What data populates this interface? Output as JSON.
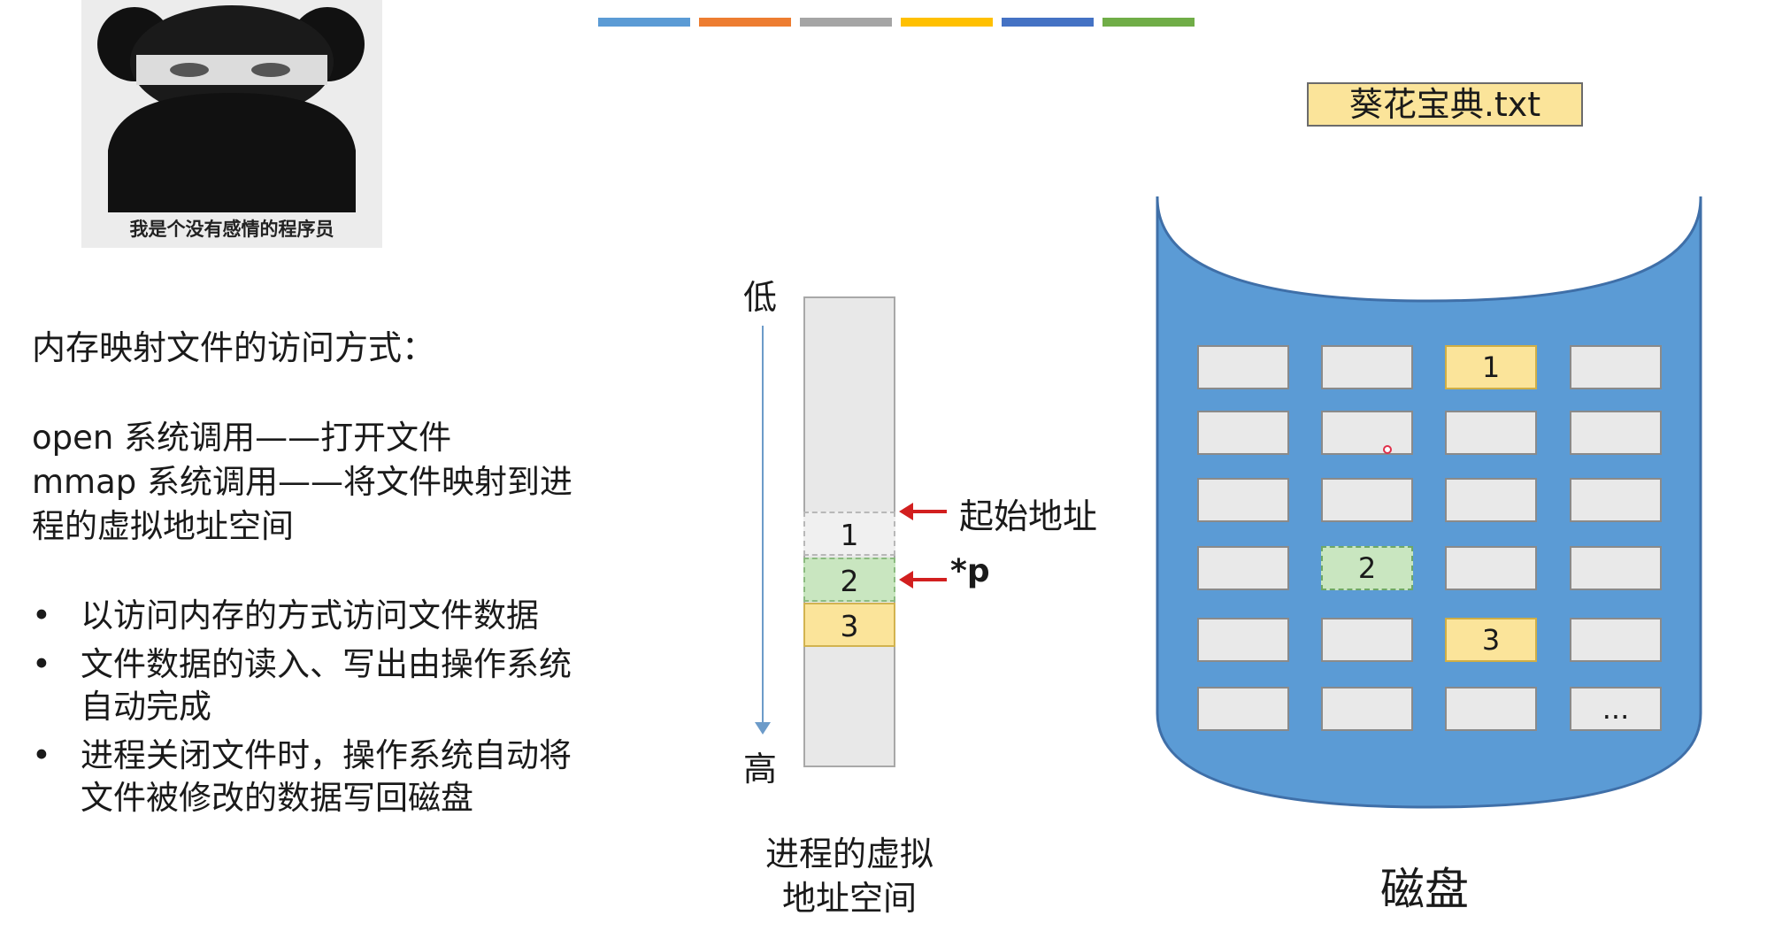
{
  "top_bar": {
    "colors": [
      "#5b9bd5",
      "#ed7d31",
      "#a5a5a5",
      "#ffc000",
      "#4472c4",
      "#70ad47"
    ]
  },
  "meme": {
    "caption": "我是个没有感情的程序员"
  },
  "left_panel": {
    "heading": "内存映射文件的访问方式：",
    "open_line": "open 系统调用——打开文件",
    "mmap_line_1": "mmap 系统调用——将文件映射到进",
    "mmap_line_2": "程的虚拟地址空间",
    "bullets": [
      {
        "line1": "以访问内存的方式访问文件数据",
        "line2": ""
      },
      {
        "line1": "文件数据的读入、写出由操作系统",
        "line2": "自动完成"
      },
      {
        "line1": "进程关闭文件时，操作系统自动将",
        "line2": "文件被修改的数据写回磁盘"
      }
    ]
  },
  "virtual_space": {
    "low_label": "低",
    "high_label": "高",
    "cells": [
      "1",
      "2",
      "3"
    ],
    "start_address_label": "起始地址",
    "pointer_label": "*p",
    "caption_line1": "进程的虚拟",
    "caption_line2": "地址空间"
  },
  "disk": {
    "file_label": "葵花宝典.txt",
    "caption": "磁盘",
    "body_color": "#5b9bd5",
    "grid": [
      [
        "",
        "",
        "1",
        ""
      ],
      [
        "",
        "",
        "",
        ""
      ],
      [
        "",
        "",
        "",
        ""
      ],
      [
        "",
        "2",
        "",
        ""
      ],
      [
        "",
        "",
        "3",
        ""
      ],
      [
        "",
        "",
        "",
        "..."
      ]
    ],
    "cell_highlight": [
      [
        "none",
        "none",
        "yellow",
        "none"
      ],
      [
        "none",
        "none",
        "none",
        "none"
      ],
      [
        "none",
        "none",
        "none",
        "none"
      ],
      [
        "none",
        "green",
        "none",
        "none"
      ],
      [
        "none",
        "none",
        "yellow",
        "none"
      ],
      [
        "none",
        "none",
        "none",
        "none"
      ]
    ]
  }
}
